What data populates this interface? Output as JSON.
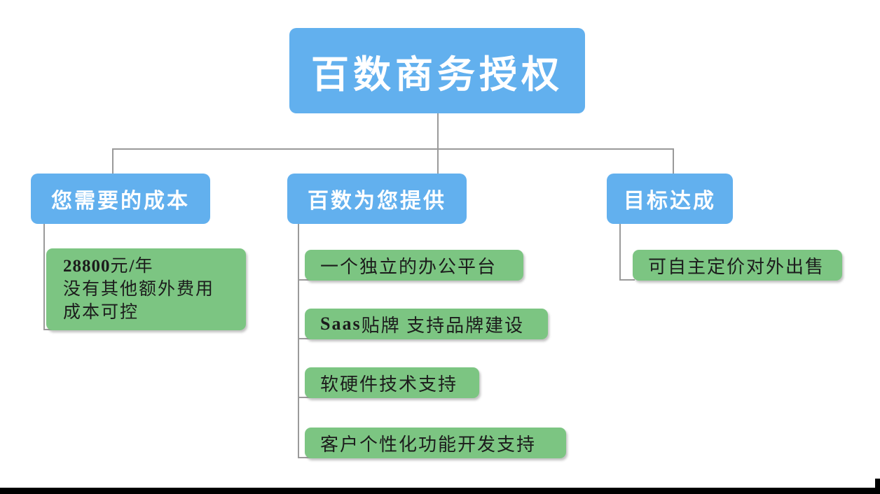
{
  "diagram": {
    "type": "org-chart",
    "colors": {
      "node_blue": "#62b0ee",
      "node_green": "#7cc582",
      "connector_gray": "#9a9a9a",
      "blue_text": "#ffffff",
      "green_text": "#1c1c1c",
      "background": "#ffffff",
      "bottom_bar": "#000000"
    },
    "root": {
      "label": "百数商务授权"
    },
    "branches": [
      {
        "id": "cost",
        "label": "您需要的成本",
        "children": [
          {
            "id": "cost-detail",
            "lines": [
              {
                "strong": "28800",
                "normal": "元",
                "strong2": "/",
                "normal2": "年"
              },
              {
                "text": "没有其他额外费用"
              },
              {
                "text": "成本可控"
              }
            ]
          }
        ]
      },
      {
        "id": "provide",
        "label": "百数为您提供",
        "children": [
          {
            "id": "item-0",
            "label": "一个独立的办公平台"
          },
          {
            "id": "item-1",
            "strong": "Saas",
            "label": "贴牌 支持品牌建设"
          },
          {
            "id": "item-2",
            "label": "软硬件技术支持"
          },
          {
            "id": "item-3",
            "label": "客户个性化功能开发支持"
          }
        ]
      },
      {
        "id": "goal",
        "label": "目标达成",
        "children": [
          {
            "id": "goal-detail",
            "label": "可自主定价对外出售"
          }
        ]
      }
    ]
  }
}
